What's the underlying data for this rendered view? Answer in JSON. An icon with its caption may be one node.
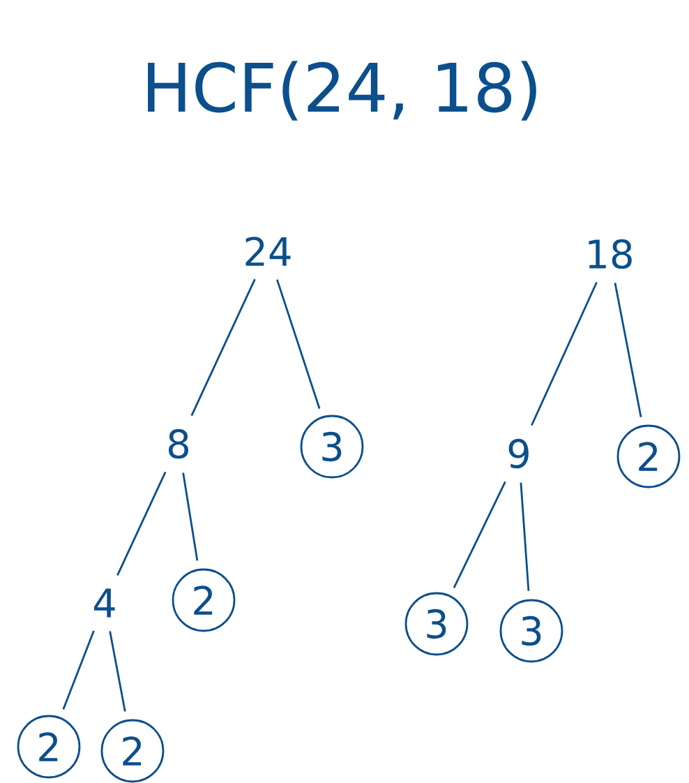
{
  "diagram": {
    "title": "HCF(24, 18)",
    "nodes": [
      {
        "text": [
          "24"
        ]
      },
      {
        "text": [
          "8"
        ]
      },
      {
        "text": [
          "3"
        ]
      },
      {
        "text": [
          "4"
        ]
      },
      {
        "text": [
          "2"
        ]
      },
      {
        "text": [
          "2"
        ]
      },
      {
        "text": [
          "2"
        ]
      },
      {
        "text": [
          "18"
        ]
      },
      {
        "text": [
          "9"
        ]
      },
      {
        "text": [
          "2"
        ]
      },
      {
        "text": [
          "3"
        ]
      },
      {
        "text": [
          "3"
        ]
      }
    ],
    "edges": [
      {
        "from": 0,
        "to": 1,
        "arrow": "none"
      },
      {
        "from": 0,
        "to": 2,
        "arrow": "none"
      },
      {
        "from": 1,
        "to": 3,
        "arrow": "none"
      },
      {
        "from": 1,
        "to": 4,
        "arrow": "none"
      },
      {
        "from": 3,
        "to": 5,
        "arrow": "none"
      },
      {
        "from": 3,
        "to": 6,
        "arrow": "none"
      },
      {
        "from": 7,
        "to": 8,
        "arrow": "none"
      },
      {
        "from": 7,
        "to": 9,
        "arrow": "none"
      },
      {
        "from": 8,
        "to": 10,
        "arrow": "none"
      },
      {
        "from": 8,
        "to": 11,
        "arrow": "none"
      }
    ]
  }
}
